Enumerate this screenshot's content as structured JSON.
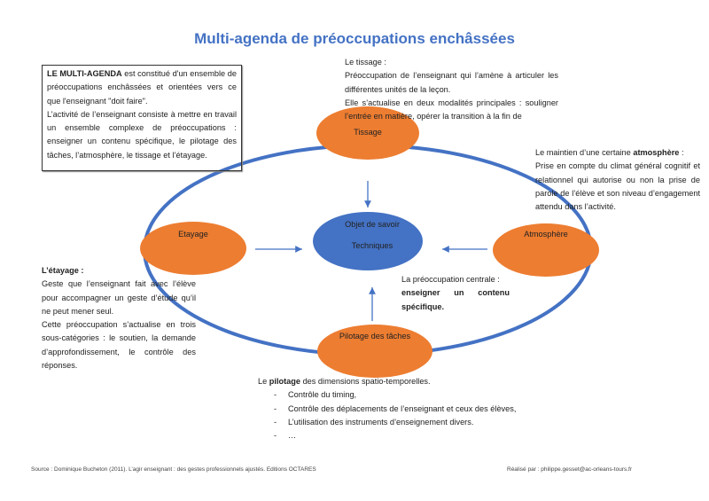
{
  "title": "Multi-agenda de préoccupations enchâssées",
  "intro": {
    "bold": "LE MULTI-AGENDA",
    "p1": " est constitué d'un ensemble de préoccupations enchâssées et orientées vers ce que l'enseignant \"doit faire\".",
    "p2": "L’activité de l’enseignant consiste à mettre en travail un ensemble complexe de préoccupations : enseigner un contenu spécifique, le pilotage des tâches, l’atmosphère, le tissage et l’étayage."
  },
  "tissage": {
    "heading": "Le tissage :",
    "p1": "Préoccupation de l’enseignant qui l’amène à articuler les différentes unités de la leçon.",
    "p2": "Elle s’actualise en deux modalités principales : souligner l’entrée en matière, opérer la transition à la fin de"
  },
  "atmosphere": {
    "pre": "Le maintien d’une certaine ",
    "bold": "atmosphère",
    "post": " :",
    "p1": "Prise en compte du climat général cognitif et relationnel qui autorise ou non la prise de parole de l’élève et son niveau d’engagement attendu dans l’activité."
  },
  "central": {
    "pre": "La préoccupation centrale :",
    "bold": "enseigner un contenu spécifique."
  },
  "etayage": {
    "heading": "L’étayage :",
    "p1": "Geste que l’enseignant fait avec l’élève pour accompagner un geste d’étude qu’il ne peut mener seul.",
    "p2": "Cette préoccupation s’actualise en trois sous-catégories : le soutien, la demande d’approfondissement, le contrôle des réponses."
  },
  "pilotage": {
    "pre": "Le ",
    "bold": "pilotage",
    "post": " des dimensions spatio-temporelles.",
    "items": [
      "Contrôle du timing,",
      "Contrôle des déplacements de l’enseignant et ceux des élèves,",
      "L’utilisation des instruments d’enseignement divers.",
      "…"
    ]
  },
  "nodes": {
    "tissage": "Tissage",
    "etayage": "Etayage",
    "atmosphere": "Atmosphère",
    "pilotage": "Pilotage des tâches",
    "center1": "Objet de savoir",
    "center2": "Techniques"
  },
  "footer": {
    "source": "Source : Dominique Bucheton (2011). L’agir enseignant : des gestes professionnels ajustés. Editions OCTARES",
    "author": "Réalisé par : philippe.gesset@ac-orleans-tours.fr"
  },
  "colors": {
    "blue": "#4472C4",
    "orange": "#ED7D31"
  }
}
